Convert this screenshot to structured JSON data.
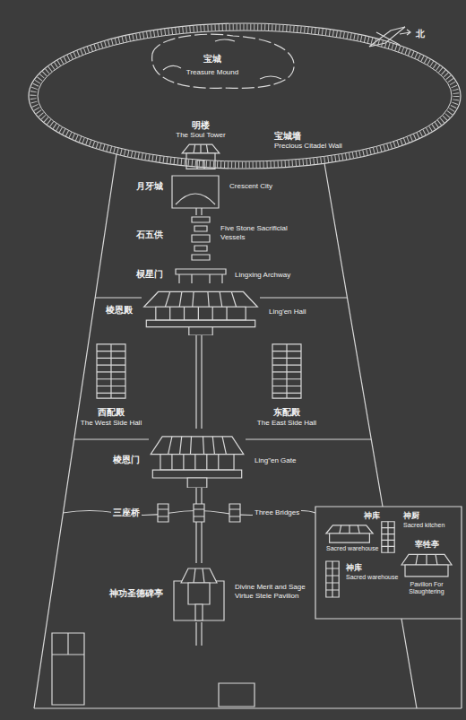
{
  "diagram": {
    "nodes": [
      {
        "text": [
          "宝城",
          "Treasure Mound"
        ]
      },
      {
        "text": [
          "明楼",
          "The Soul Tower"
        ]
      },
      {
        "text": [
          "月牙城",
          "Crescent City"
        ]
      },
      {
        "text": [
          "石五供",
          "Five Stone Sacrificial Vessels"
        ]
      },
      {
        "text": [
          "棂星门",
          "Lingxing Archway"
        ]
      },
      {
        "text": [
          "棱恩殿",
          "Ling'en Hall"
        ]
      },
      {
        "text": [
          "西配殿",
          "The West Side Hall"
        ]
      },
      {
        "text": [
          "东配殿",
          "The East Side Hall"
        ]
      },
      {
        "text": [
          "棱恩门",
          "Ling\"en Gate"
        ]
      },
      {
        "text": [
          "三座桥",
          "Three Bridges"
        ]
      },
      {
        "text": [
          "神功圣德碑亭",
          "Divine Merit and Sage Virtue Stele Pavilion"
        ]
      },
      {
        "text": [
          "神库",
          "Sacred warehouse"
        ]
      },
      {
        "text": [
          "神厨",
          "Sacred kitchen"
        ]
      },
      {
        "text": [
          "神库",
          "Sacred warehouse"
        ]
      },
      {
        "text": [
          "宰牲亭",
          "Pavilion For Slaughtering"
        ]
      }
    ],
    "labels": [
      "北",
      "宝城墙",
      "Precious Citadel Wall"
    ]
  }
}
